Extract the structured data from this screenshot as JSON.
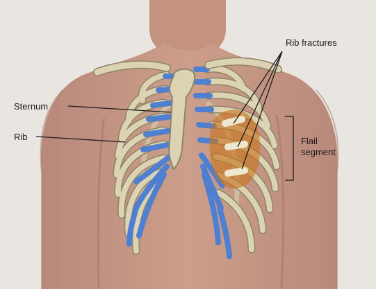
{
  "labels": {
    "sternum": "Sternum",
    "rib": "Rib",
    "rib_fractures": "Rib fractures",
    "flail_line1": "Flail",
    "flail_line2": "segment"
  },
  "colors": {
    "background": "#e9e6e2",
    "skin": "#c79782",
    "skin_shadow": "#b07f6c",
    "bone": "#dcd3b4",
    "bone_outline": "#8e8468",
    "cartilage": "#4f7fd0",
    "flail_highlight": "#c8751e",
    "leader_line": "#1c1a18"
  }
}
